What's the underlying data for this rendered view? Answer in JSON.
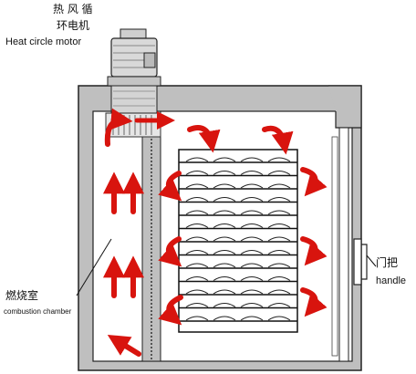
{
  "labels": {
    "motor_cn_line1": "热 风 循",
    "motor_cn_line2": "环电机",
    "motor_en": "Heat circle motor",
    "combustion_cn": "燃烧室",
    "combustion_en": "combustion chamber",
    "handle_cn": "门把",
    "handle_en": "handle"
  },
  "colors": {
    "airflow_arrow": "#d8140e",
    "wall_fill": "#bfbfbf",
    "outline": "#222222",
    "tray_rack": "#111111"
  },
  "icons": {
    "motor": "motor-icon",
    "arrow": "airflow-arrow",
    "curved_arrow": "curved-airflow-arrow"
  },
  "tray_count": 13
}
